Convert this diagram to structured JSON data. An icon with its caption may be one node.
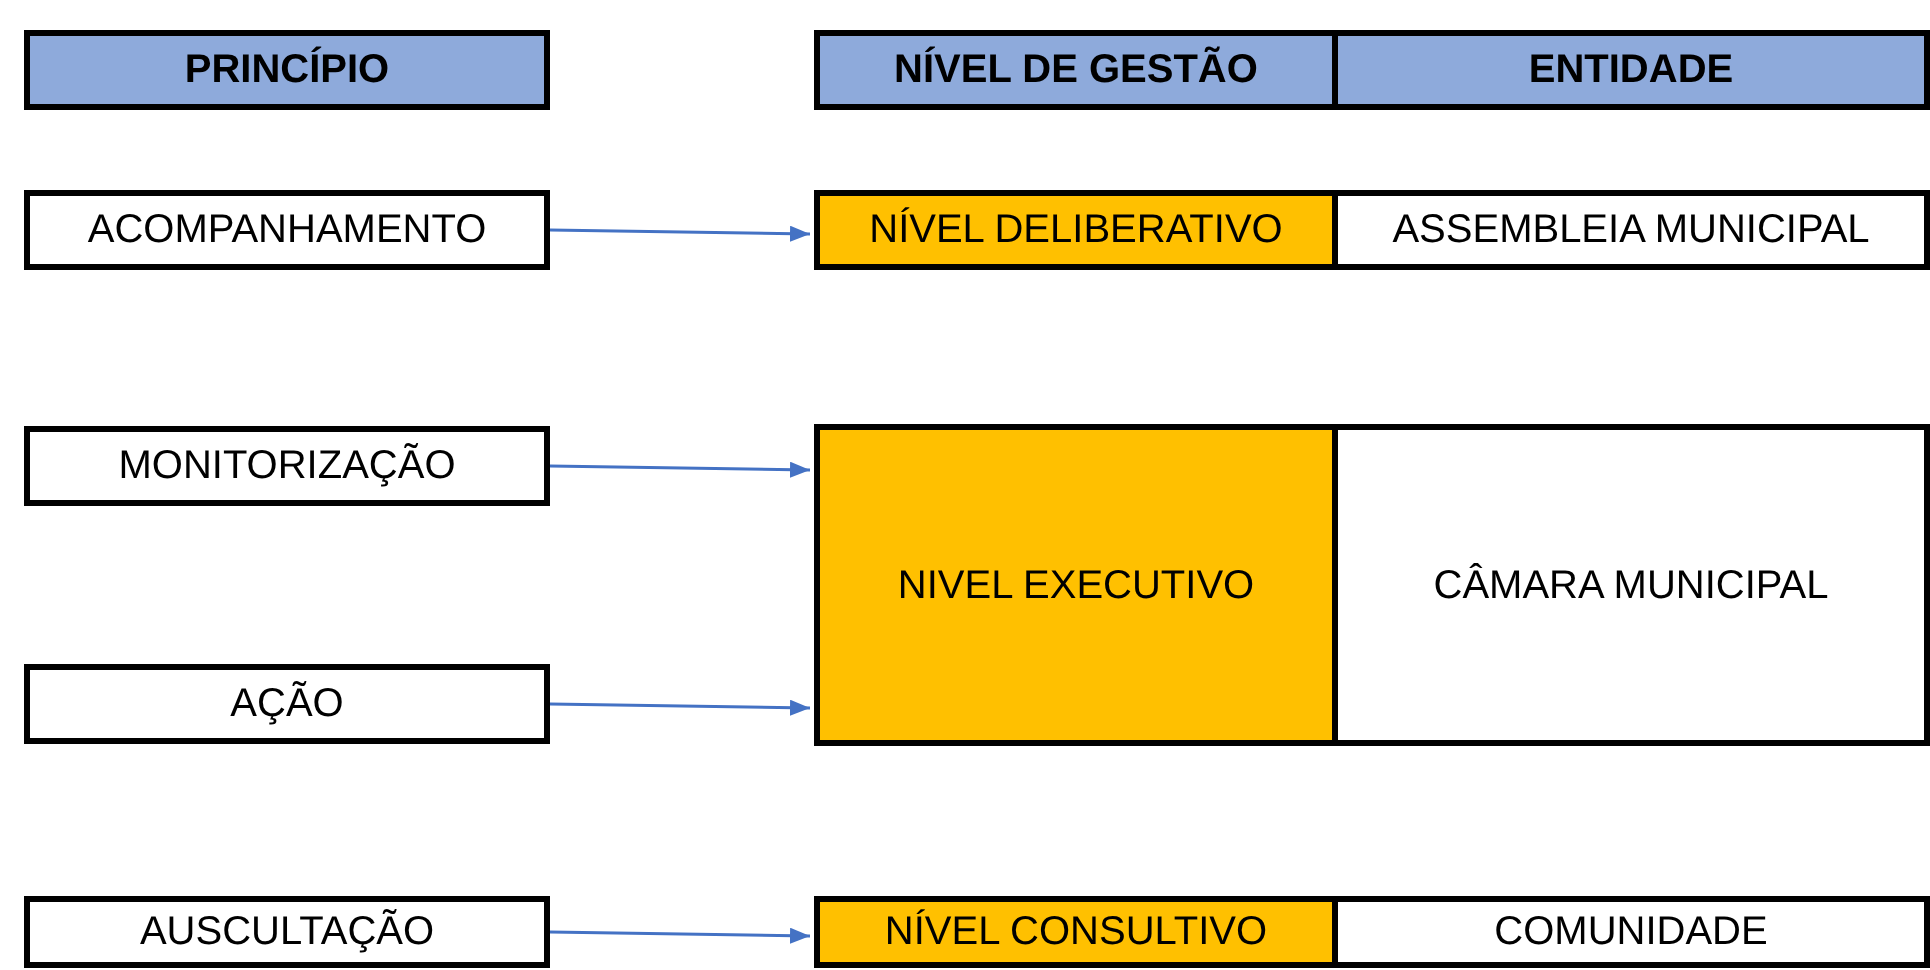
{
  "diagram": {
    "nodes": [
      {
        "text": [
          "PRINCÍPIO"
        ]
      },
      {
        "text": [
          "NÍVEL DE GESTÃO"
        ]
      },
      {
        "text": [
          "ENTIDADE"
        ]
      },
      {
        "text": [
          "ACOMPANHAMENTO"
        ]
      },
      {
        "text": [
          "NÍVEL DELIBERATIVO"
        ]
      },
      {
        "text": [
          "ASSEMBLEIA MUNICIPAL"
        ]
      },
      {
        "text": [
          "MONITORIZAÇÃO"
        ]
      },
      {
        "text": [
          "NIVEL EXECUTIVO"
        ]
      },
      {
        "text": [
          "CÂMARA MUNICIPAL"
        ]
      },
      {
        "text": [
          "AÇÃO"
        ]
      },
      {
        "text": [
          "AUSCULTAÇÃO"
        ]
      },
      {
        "text": [
          "NÍVEL CONSULTIVO"
        ]
      },
      {
        "text": [
          "COMUNIDADE"
        ]
      }
    ],
    "edges": [
      {
        "from": 3,
        "to": 4,
        "arrow": "to"
      },
      {
        "from": 6,
        "to": 7,
        "arrow": "to"
      },
      {
        "from": 9,
        "to": 7,
        "arrow": "to"
      },
      {
        "from": 10,
        "to": 11,
        "arrow": "to"
      }
    ]
  }
}
